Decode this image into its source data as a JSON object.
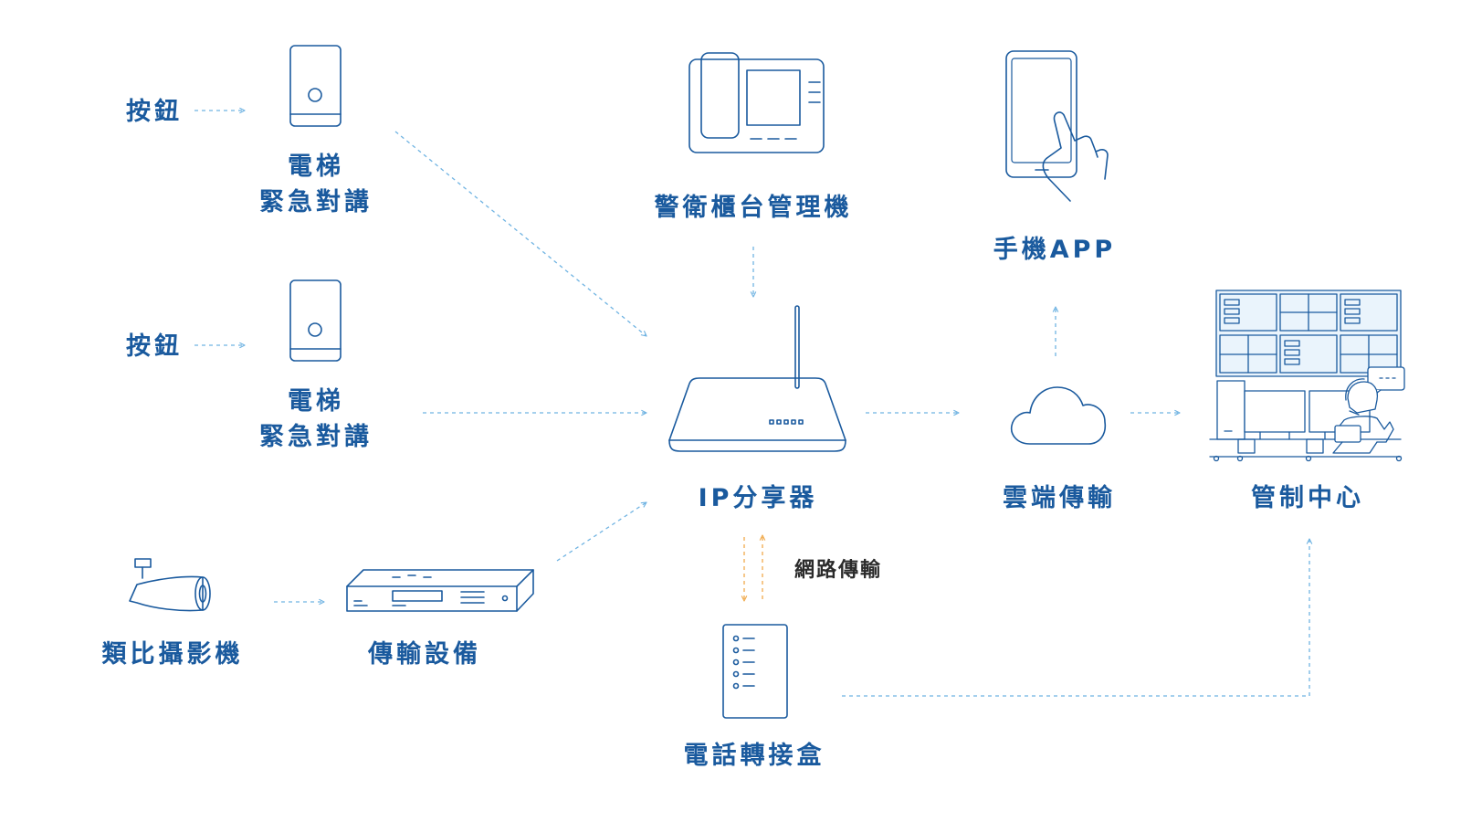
{
  "colors": {
    "line": "#1a5a9e",
    "connector": "#6fb3e2",
    "network": "#f0a94a",
    "label": "#1a5a9e",
    "label_dark": "#2b2b2b"
  },
  "nodes": {
    "button_1": {
      "label": "按鈕",
      "icon": "push-button"
    },
    "elevator_intercom_1": {
      "label_line1": "電梯",
      "label_line2": "緊急對講",
      "icon": "elevator-intercom-panel"
    },
    "button_2": {
      "label": "按鈕",
      "icon": "push-button"
    },
    "elevator_intercom_2": {
      "label_line1": "電梯",
      "label_line2": "緊急對講",
      "icon": "elevator-intercom-panel"
    },
    "analog_camera": {
      "label": "類比攝影機",
      "icon": "cctv-camera"
    },
    "transmission_device": {
      "label": "傳輸設備",
      "icon": "dvr-box"
    },
    "guard_console": {
      "label": "警衛櫃台管理機",
      "icon": "desk-phone-console"
    },
    "ip_router": {
      "label": "IP分享器",
      "icon": "wifi-router"
    },
    "mobile_app": {
      "label": "手機APP",
      "icon": "smartphone-tap"
    },
    "cloud": {
      "label": "雲端傳輸",
      "icon": "cloud"
    },
    "control_center": {
      "label": "管制中心",
      "icon": "monitoring-wall-operator"
    },
    "phone_adapter": {
      "label": "電話轉接盒",
      "icon": "adapter-box"
    }
  },
  "edges": [
    {
      "from": "button_1",
      "to": "elevator_intercom_1"
    },
    {
      "from": "button_2",
      "to": "elevator_intercom_2"
    },
    {
      "from": "analog_camera",
      "to": "transmission_device"
    },
    {
      "from": "elevator_intercom_1",
      "to": "ip_router"
    },
    {
      "from": "elevator_intercom_2",
      "to": "ip_router"
    },
    {
      "from": "transmission_device",
      "to": "ip_router"
    },
    {
      "from": "guard_console",
      "to": "ip_router"
    },
    {
      "from": "ip_router",
      "to": "cloud"
    },
    {
      "from": "cloud",
      "to": "mobile_app"
    },
    {
      "from": "cloud",
      "to": "control_center"
    },
    {
      "from": "ip_router",
      "to": "phone_adapter",
      "bidirectional": true,
      "label": "網路傳輸"
    },
    {
      "from": "phone_adapter",
      "to": "control_center"
    }
  ]
}
